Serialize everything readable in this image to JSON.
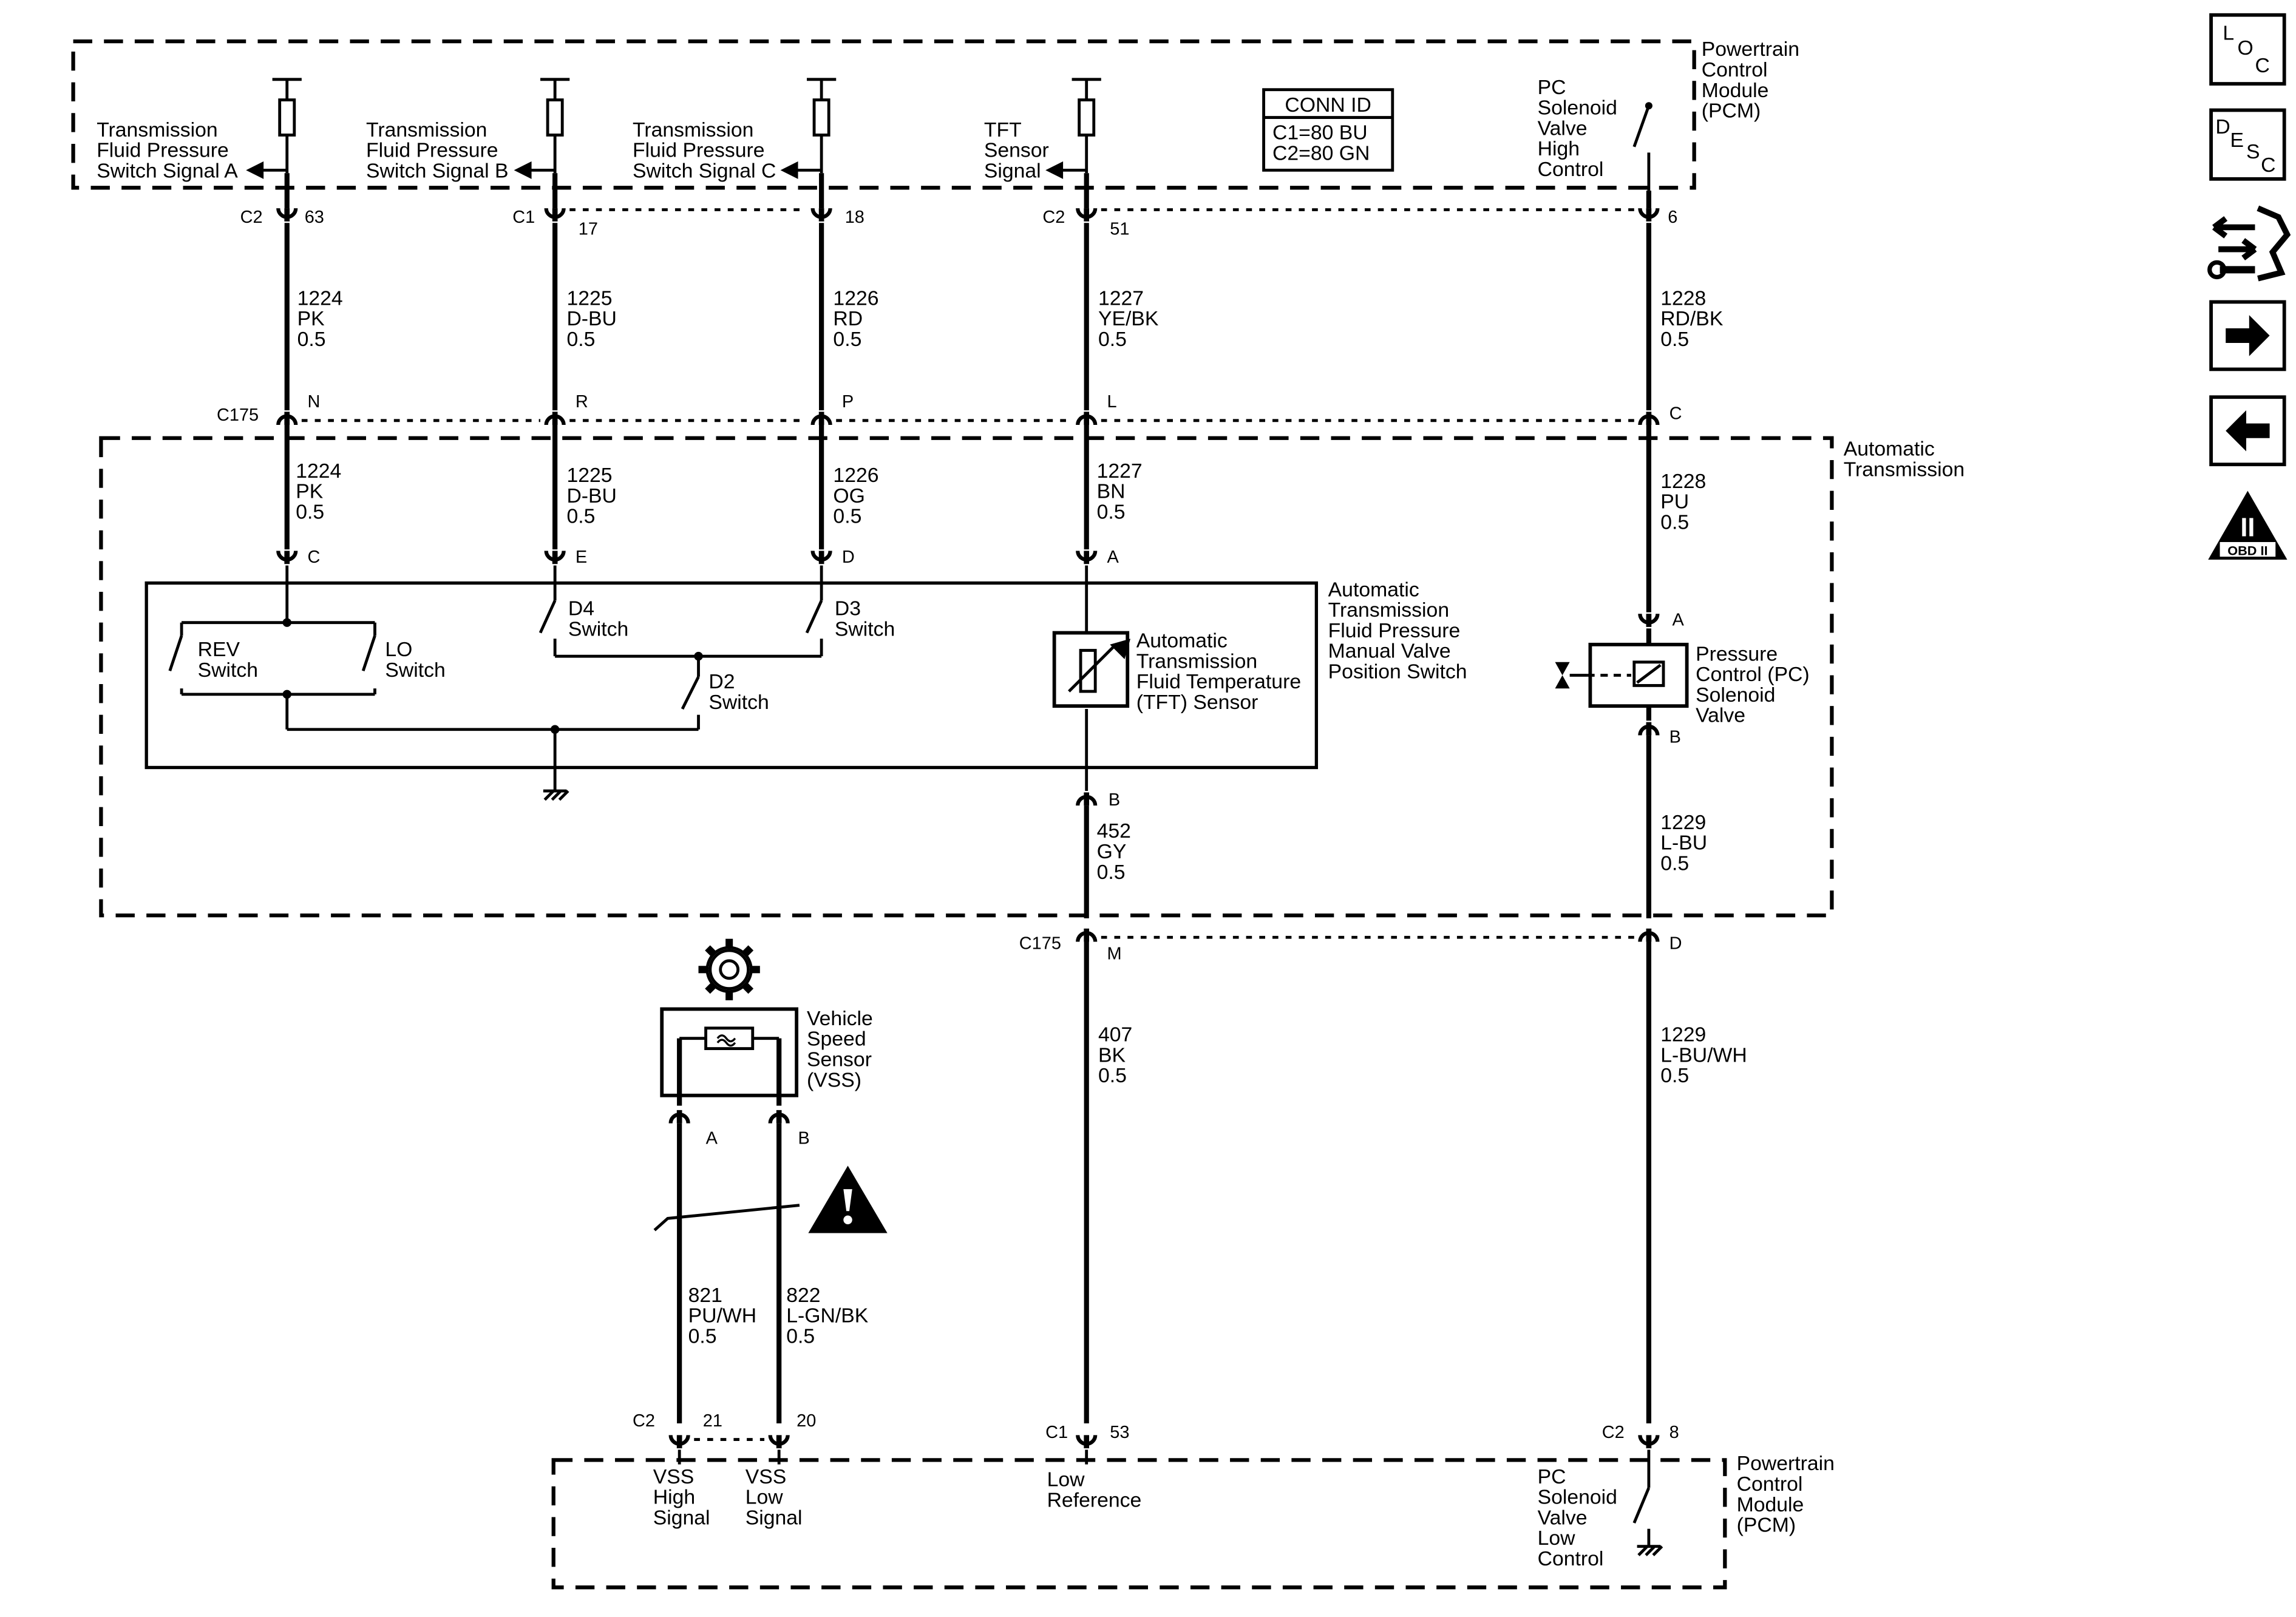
{
  "modules": {
    "pcm_top": [
      "Powertrain",
      "Control",
      "Module",
      "(PCM)"
    ],
    "pcm_bottom": [
      "Powertrain",
      "Control",
      "Module",
      "(PCM)"
    ],
    "auto_trans": [
      "Automatic",
      "Transmission"
    ]
  },
  "conn_id": {
    "title": "CONN ID",
    "c1": "C1=80 BU",
    "c2": "C2=80 GN"
  },
  "pcm_signals": {
    "tfps_a": [
      "Transmission",
      "Fluid Pressure",
      "Switch Signal A"
    ],
    "tfps_b": [
      "Transmission",
      "Fluid Pressure",
      "Switch Signal B"
    ],
    "tfps_c": [
      "Transmission",
      "Fluid Pressure",
      "Switch Signal C"
    ],
    "tft": [
      "TFT",
      "Sensor",
      "Signal"
    ],
    "pc_high": [
      "PC",
      "Solenoid",
      "Valve",
      "High",
      "Control"
    ],
    "vss_high": [
      "VSS",
      "High",
      "Signal"
    ],
    "vss_low": [
      "VSS",
      "Low",
      "Signal"
    ],
    "low_ref": [
      "Low",
      "Reference"
    ],
    "pc_low": [
      "PC",
      "Solenoid",
      "Valve",
      "Low",
      "Control"
    ]
  },
  "pcm_pins": {
    "a": {
      "conn": "C2",
      "pin": "63"
    },
    "b": {
      "conn": "C1",
      "pin": "17"
    },
    "c": {
      "pin": "18"
    },
    "tft": {
      "conn": "C2",
      "pin": "51"
    },
    "pc": {
      "pin": "6"
    },
    "vss_h": {
      "conn": "C2",
      "pin": "21"
    },
    "vss_l": {
      "pin": "20"
    },
    "low_ref": {
      "conn": "C1",
      "pin": "53"
    },
    "pc_low": {
      "conn": "C2",
      "pin": "8"
    }
  },
  "c175": {
    "name": "C175",
    "pins_top": [
      "N",
      "R",
      "P",
      "L",
      "C"
    ],
    "pin_m": "M",
    "pin_d": "D"
  },
  "wires_upper": [
    [
      "1224",
      "PK",
      "0.5"
    ],
    [
      "1225",
      "D-BU",
      "0.5"
    ],
    [
      "1226",
      "RD",
      "0.5"
    ],
    [
      "1227",
      "YE/BK",
      "0.5"
    ],
    [
      "1228",
      "RD/BK",
      "0.5"
    ]
  ],
  "wires_trans": [
    [
      "1224",
      "PK",
      "0.5"
    ],
    [
      "1225",
      "D-BU",
      "0.5"
    ],
    [
      "1226",
      "OG",
      "0.5"
    ],
    [
      "1227",
      "BN",
      "0.5"
    ],
    [
      "1228",
      "PU",
      "0.5"
    ]
  ],
  "wire_452": [
    "452",
    "GY",
    "0.5"
  ],
  "wire_1229": [
    "1229",
    "L-BU",
    "0.5"
  ],
  "wire_407": [
    "407",
    "BK",
    "0.5"
  ],
  "wire_1229b": [
    "1229",
    "L-BU/WH",
    "0.5"
  ],
  "wire_821": [
    "821",
    "PU/WH",
    "0.5"
  ],
  "wire_822": [
    "822",
    "L-GN/BK",
    "0.5"
  ],
  "switch_pins": [
    "C",
    "E",
    "D",
    "A"
  ],
  "switch_assy": [
    "Automatic",
    "Transmission",
    "Fluid Pressure",
    "Manual Valve",
    "Position Switch"
  ],
  "switches": {
    "rev": [
      "REV",
      "Switch"
    ],
    "lo": [
      "LO",
      "Switch"
    ],
    "d4": [
      "D4",
      "Switch"
    ],
    "d3": [
      "D3",
      "Switch"
    ],
    "d2": [
      "D2",
      "Switch"
    ]
  },
  "tft_sensor": [
    "Automatic",
    "Transmission",
    "Fluid Temperature",
    "(TFT) Sensor"
  ],
  "tft_pin_b": "B",
  "pc_valve": [
    "Pressure",
    "Control (PC)",
    "Solenoid",
    "Valve"
  ],
  "pc_pins": [
    "A",
    "B"
  ],
  "vss": {
    "label": [
      "Vehicle",
      "Speed",
      "Sensor",
      "(VSS)"
    ],
    "pin_a": "A",
    "pin_b": "B"
  },
  "nav": {
    "loc": [
      "L",
      "O",
      "C"
    ],
    "desc": [
      "D",
      "E",
      "S",
      "C"
    ],
    "obd": {
      "roman": "II",
      "label": "OBD II"
    }
  }
}
